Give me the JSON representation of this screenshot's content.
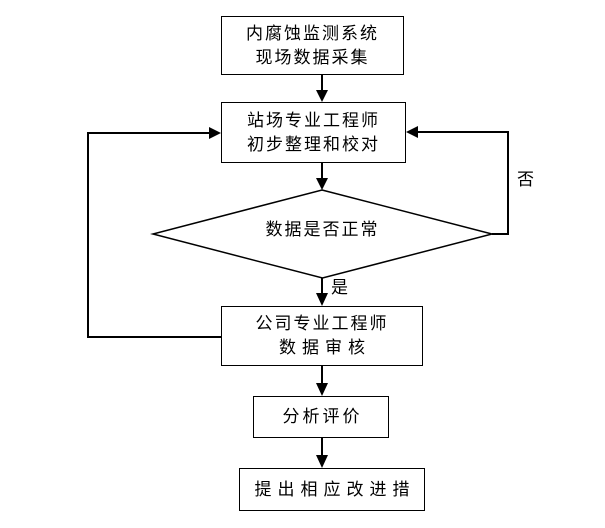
{
  "page": {
    "background": "#ffffff",
    "line_color": "#000000",
    "text_color": "#000000"
  },
  "flowchart": {
    "nodes": {
      "collect": {
        "line1": "内腐蚀监测系统",
        "line2": "现场数据采集"
      },
      "station": {
        "line1": "站场专业工程师",
        "line2": "初步整理和校对"
      },
      "decision": {
        "label": "数据是否正常"
      },
      "company": {
        "line1": "公司专业工程师",
        "line2": "数据审核"
      },
      "analyze": {
        "label": "分析评价"
      },
      "improve": {
        "label": "提出相应改进措"
      }
    },
    "branch_labels": {
      "yes": "是",
      "no": "否"
    }
  }
}
